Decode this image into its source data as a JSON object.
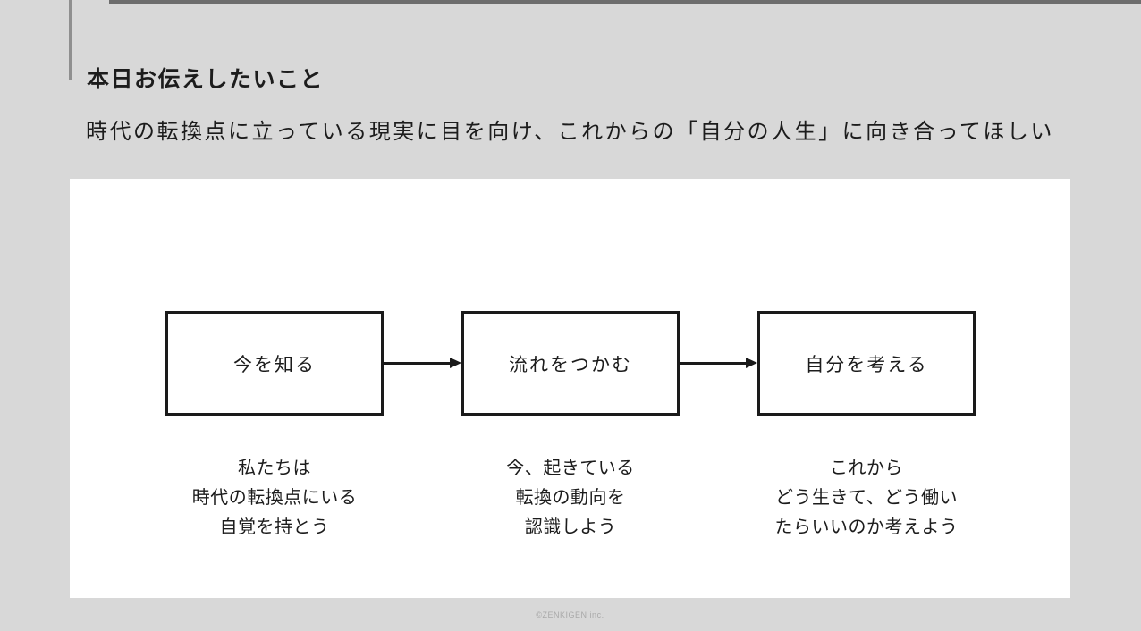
{
  "slide": {
    "title": "本日お伝えしたいこと",
    "subtitle": "時代の転換点に立っている現実に目を向け、これからの「自分の人生」に向き合ってほしい",
    "steps": [
      {
        "label": "今を知る",
        "description": [
          "私たちは",
          "時代の転換点にいる",
          "自覚を持とう"
        ]
      },
      {
        "label": "流れをつかむ",
        "description": [
          "今、起きている",
          "転換の動向を",
          "認識しよう"
        ]
      },
      {
        "label": "自分を考える",
        "description": [
          "これから",
          "どう生きて、どう働い",
          "たらいいのか考えよう"
        ]
      }
    ],
    "footer": "©ZENKIGEN inc.",
    "colors": {
      "background": "#d8d8d8",
      "card": "#ffffff",
      "box_border": "#1a1a1a",
      "text": "#1c1c1c",
      "top_bar": "#6d6d6d",
      "accent_line": "#8f8f8f",
      "footer_text": "#a9a9a9"
    }
  }
}
